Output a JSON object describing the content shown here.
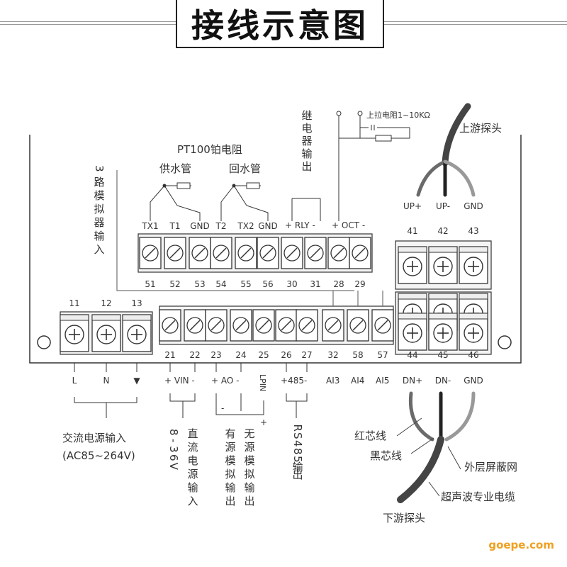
{
  "title": "接线示意图",
  "watermark": "goepe.com",
  "colors": {
    "watermark": "#f0a020",
    "line": "#333333"
  },
  "labels": {
    "pt100": "PT100铂电阻",
    "supply_pipe": "供水管",
    "return_pipe": "回水管",
    "analog_inputs_3": [
      "3",
      "路",
      "模",
      "拟",
      "器",
      "输",
      "入"
    ],
    "relay_output": [
      "继",
      "电",
      "器",
      "输",
      "出"
    ],
    "pullup": "上拉电阻1~10KΩ",
    "upstream_probe": "上游探头",
    "downstream_probe": "下游探头",
    "red_wire": "红芯线",
    "black_wire": "黑芯线",
    "outer_shield": "外层屏蔽网",
    "ultrasonic_cable": "超声波专业电缆",
    "ac_input": "交流电源输入",
    "ac_range": "(AC85~264V)",
    "dc_range": [
      "8",
      "-",
      "3",
      "6",
      "V"
    ],
    "dc_input": [
      "直",
      "流",
      "电",
      "源",
      "输",
      "入"
    ],
    "active_analog_out": [
      "有",
      "源",
      "模",
      "拟",
      "输",
      "出"
    ],
    "passive_analog_out": [
      "无",
      "源",
      "模",
      "拟",
      "输",
      "出"
    ],
    "rs485_out": [
      "R",
      "S",
      "4",
      "8",
      "5",
      "输",
      "出"
    ],
    "minus_sign": "-",
    "plus_sign": "+"
  },
  "terminals": {
    "upper_row": [
      {
        "num": "51",
        "sig": "TX1"
      },
      {
        "num": "52",
        "sig": "T1"
      },
      {
        "num": "53",
        "sig": "GND"
      },
      {
        "num": "54",
        "sig": "T2"
      },
      {
        "num": "55",
        "sig": "TX2"
      },
      {
        "num": "56",
        "sig": "GND"
      },
      {
        "num": "30",
        "sig": "+"
      },
      {
        "num": "31",
        "sig": "-"
      },
      {
        "num": "28",
        "sig": "+"
      },
      {
        "num": "29",
        "sig": "-"
      }
    ],
    "upper_group_labels": {
      "rly": "+ RLY -",
      "oct": "+ OCT -"
    },
    "right_upper": [
      {
        "num": "41",
        "sig": "UP+"
      },
      {
        "num": "42",
        "sig": "UP-"
      },
      {
        "num": "43",
        "sig": "GND"
      }
    ],
    "power_row": [
      {
        "num": "11",
        "sig": "L"
      },
      {
        "num": "12",
        "sig": "N"
      },
      {
        "num": "13",
        "sig": "▼"
      }
    ],
    "lower_row": [
      {
        "num": "21"
      },
      {
        "num": "22"
      },
      {
        "num": "23"
      },
      {
        "num": "24"
      },
      {
        "num": "25"
      },
      {
        "num": "26"
      },
      {
        "num": "27"
      },
      {
        "num": "32"
      },
      {
        "num": "58"
      },
      {
        "num": "57"
      }
    ],
    "lower_signals": {
      "vin": "+ VIN -",
      "ao": "+ AO -",
      "lpin": "LPIN",
      "rs485": "+485-",
      "ai3": "AI3",
      "ai4": "AI4",
      "ai5": "AI5"
    },
    "right_lower": [
      {
        "num": "44",
        "sig": "DN+"
      },
      {
        "num": "45",
        "sig": "DN-"
      },
      {
        "num": "46",
        "sig": "GND"
      }
    ]
  }
}
